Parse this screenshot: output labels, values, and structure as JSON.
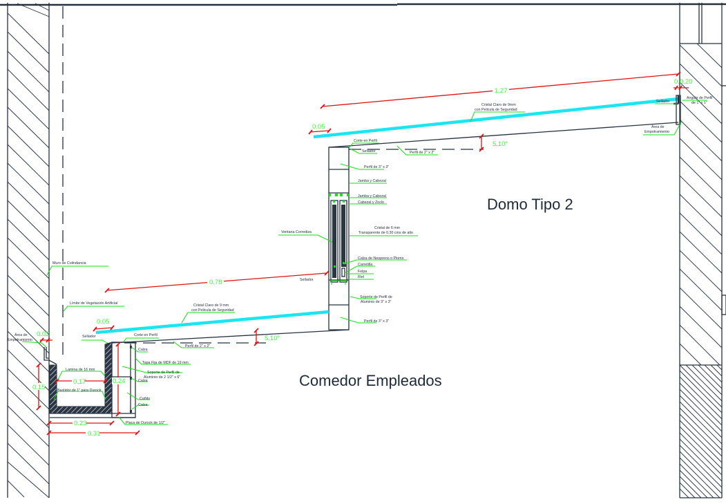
{
  "drawing": {
    "titles": {
      "dome": "Domo Tipo 2",
      "room": "Comedor Empleados"
    },
    "upper_dome": {
      "labels": {
        "glass": [
          "Cristal Claro de 9mm",
          "con Pelicula de Seguridad"
        ],
        "profile_cut": "Corte en Perfil",
        "sealer_left": "Sellador",
        "profile_2x2": "Perfil de 2\" x 2\"",
        "sealer_right": "Sellador",
        "angle": [
          "Angulo de Perfil",
          "de 1\" x 1\""
        ],
        "embed_area": [
          "Área de",
          "Empotramiento"
        ]
      },
      "dimensions": {
        "span": "1.27",
        "overhang": "0.05",
        "embed_a": "0.0",
        "embed_b": "0.20",
        "slope": "5.10°"
      }
    },
    "window_column": {
      "labels": {
        "profile_3x3_top": "Perfil de 3\" x 3\"",
        "jamb_head_1": "Jamba y Cabezal",
        "jamb_head_2": "Jamba y Cabezal",
        "head_sill": "Cabezal y Zoclo",
        "sliding_window": "Ventana Corrediza",
        "glass_6mm": [
          "Cristal de 6 mm",
          "Transparente de 0.30 cms de alto"
        ],
        "neoprene": "Calza de Neopreno o Plomo",
        "carriage": "Carretilla",
        "weatherstrip": "Felpa",
        "rail": "Riel",
        "sealer": "Sellador",
        "support": [
          "Soporte de Perfil de",
          "Aluminio de 3\" x 3\""
        ],
        "profile_3x3_bottom": "Perfil de 3\" x 3\""
      }
    },
    "lower_dome": {
      "labels": {
        "neighbor_wall": "Muro de Colindancia",
        "vegetation_limit": "Límite de Vegetación Artificial",
        "glass": [
          "Cristal Claro de 9 mm",
          "con Pelicula de Seguridad"
        ],
        "sealer": "Sellador",
        "profile_cut": "Corte en Perfil",
        "profile_2x2": "Perfil de 2\" x 2\"",
        "embed_area": [
          "Área de",
          "Empotramiento"
        ]
      },
      "dimensions": {
        "span": "0.78",
        "overhang": "0.05",
        "embed": "0.02",
        "slope": "5.10°"
      }
    },
    "planter": {
      "labels": {
        "sheet": "Lamina de 16 mm",
        "frame": "Bastidor de 1\" para Durock",
        "shim_1": "Calza",
        "mdf_cover": "Tapa Fija de MDF de 19 mm",
        "support": [
          "Soporte de Perfil de",
          "Aluminio de 2 1/2\" x 6\""
        ],
        "shim_2": "Calza",
        "bead": "Cañilo",
        "shim_3": "Calza",
        "durock_board": "Placa de Durock de 1/2\""
      },
      "dimensions": {
        "inner_width": "0.17",
        "height_left": "0.15",
        "height_right": "0.24",
        "outer_width": "0.23",
        "total_width": "0.31"
      }
    }
  }
}
